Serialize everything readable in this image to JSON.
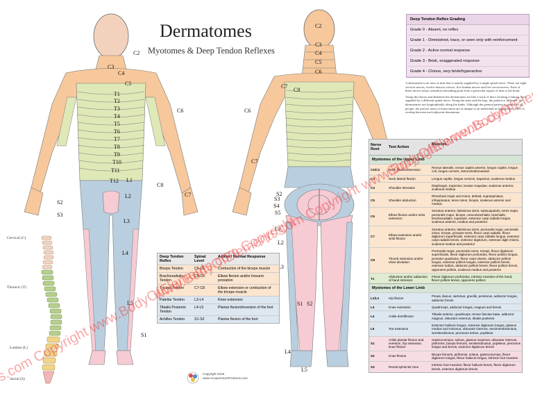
{
  "title": "Dermatomes",
  "subtitle": "Myotomes & Deep Tendon Reflexes",
  "grading": {
    "header": "Deep Tendon Reflex Grading",
    "grades": [
      "Grade 0 - Absent, no reflex",
      "Grade 1 - Diminished, trace, or seen only with reinforcement",
      "Grade 2 - Active normal response",
      "Grade 3 - Brisk, exaggerated response",
      "Grade 4 - Clonus, very brisk/hyperactive"
    ]
  },
  "intro": [
    "A dermatome is an area of skin that is mainly supplied by a single spinal nerve. There are eight cervical nerves, twelve thoracic nerves, five lumbar nerves and five sacral nerves. Each of these nerves relays sensation (including pain) from a particular region of skin to the brain.",
    "Along the thorax and abdomen the dermatomes are like a stack of discs forming a human, each supplied by a different spinal nerve. Along the arms and the legs, the pattern is different: the dermatomes run longitudinally along the limbs. Although the general pattern is similar in all people, the precise areas of innervation are as unique to an individual as fingerprints. There is overlap between each adjacent dermatome."
  ],
  "front_labels": {
    "C2": "C2",
    "C3": "C3",
    "C4": "C4",
    "C5": "C5",
    "C6": "C6",
    "C8": "C8",
    "C7": "C7",
    "T1": "T1",
    "T2": "T2",
    "T3": "T3",
    "T4": "T4",
    "T5": "T5",
    "T6": "T6",
    "T7": "T7",
    "T8": "T8",
    "T9": "T9",
    "T10": "T10",
    "T11": "T11",
    "T12": "T12",
    "L1": "L1",
    "L2": "L2",
    "L3": "L3",
    "L4": "L4",
    "L5": "L5",
    "S1": "S1",
    "S2": "S2",
    "S3": "S3"
  },
  "back_labels": {
    "C2": "C2",
    "C3": "C3",
    "C4": "C4",
    "C5": "C5",
    "C6": "C6",
    "C7": "C7",
    "C8": "C8",
    "C6b": "C6",
    "C7b": "C7",
    "S2": "S2",
    "S3": "S3",
    "S4": "S4",
    "S5": "S5",
    "L1": "L1",
    "L2": "L2",
    "L3": "L3",
    "S1": "S1",
    "S2b": "S2",
    "L4": "L4",
    "L5": "L5"
  },
  "spine_labels": {
    "cervical": "Cervical (C)",
    "thoracic": "Thoracic (T)",
    "lumbar": "Lumbar (L)",
    "sacral": "Sacral (S)"
  },
  "reflex_table": {
    "headers": [
      "Deep Tendon Reflex",
      "Spinal Level",
      "Action / Normal Response"
    ],
    "rows": [
      {
        "reflex": "Biceps Tendon",
        "level": "C5-C6",
        "action": "Contraction of the biceps muscle",
        "kind": "a"
      },
      {
        "reflex": "Brachioradialis Tendon",
        "level": "C5-C6",
        "action": "Elbow flexion and/or forearm pronation",
        "kind": "a"
      },
      {
        "reflex": "Triceps Tendon",
        "level": "C7-C8",
        "action": "Elbow extension or contraction of the triceps muscle",
        "kind": "a"
      },
      {
        "reflex": "Patellar Tendon",
        "level": "L3-L4",
        "action": "Knee extension",
        "kind": "b"
      },
      {
        "reflex": "Tibialis Posterior Tendon",
        "level": "L4-L5",
        "action": "Plantar flexion/inversion of the foot",
        "kind": "b"
      },
      {
        "reflex": "Achilles Tendon",
        "level": "S1-S2",
        "action": "Plantar flexion of the foot",
        "kind": "b"
      }
    ]
  },
  "muscle_table": {
    "headers": [
      "Nerve Root",
      "Test Action",
      "Muscles"
    ],
    "upper_title": "Myotomes of the Upper Limb",
    "upper": [
      {
        "root": "C1/C2",
        "action": "Neck flexion/extension",
        "muscles": "Rectus lateralis, rectus capitis anterior, longus capitis, longus coli, longus cervicis, sternocleidomastoid",
        "kind": "u"
      },
      {
        "root": "C3",
        "action": "Neck lateral flexion",
        "muscles": "Longus capitis, longus cervicis, trapezius, scalenus medius",
        "kind": "u"
      },
      {
        "root": "C4",
        "action": "Shoulder elevation",
        "muscles": "Diaphragm, trapezius, levator scapulae, scalenus anterior, scalenus medius",
        "kind": "u"
      },
      {
        "root": "C5",
        "action": "Shoulder abduction",
        "muscles": "Rhomboid major and minor, deltoid, supraspinatus, infraspinatus, teres minor, biceps, scalenus anterior and medius",
        "kind": "u"
      },
      {
        "root": "C6",
        "action": "Elbow flexion and/or wrist extension",
        "muscles": "Serratus anterior, latissimus dorsi, subscapularis, teres major, pectoralis major, biceps, coracobrachialis, brachialis, brachioradialis, supinator, extensor carpi radialis longus, scalenus anterior, medius and posterior",
        "kind": "u"
      },
      {
        "root": "C7",
        "action": "Elbow extension and/or wrist flexion",
        "muscles": "Serratus anterior, latissimus dorsi, pectoralis major, pectoralis minor, triceps, pronator teres, flexor carpi radialis, flexor digitorum superficialis, extensor carpi radialis longus, extensor carpi radialis brevis, extensor digitorum, extensor digiti minimi, scalenus medius and posterior",
        "kind": "u"
      },
      {
        "root": "C8",
        "action": "Thumb extension and/or ulnar deviation",
        "muscles": "Pectoralis major, pectoralis minor, triceps, flexor digitorum superficialis, flexor digitorum profundus, flexor pollicis longus, pronator quadratus, flexor carpi ulnaris, abductor pollicis longus, extensor pollicis longus, extensor pollicis brevis, extensor indicis, abductor pollicis brevis, flexor pollicis brevis, opponens pollicis, scalenus medius and posterior",
        "kind": "u"
      },
      {
        "root": "T1",
        "action": "Abduction and/or adduction of hand intrinsics",
        "muscles": "Flexor digitorum profundus, intrinsic muscles of the hand, flexor pollicis brevis, opponens pollicis",
        "kind": "t"
      }
    ],
    "lower_title": "Myotomes of the Lower Limb",
    "lower": [
      {
        "root": "L1/L2",
        "action": "Hip flexion",
        "muscles": "Psoas, iliacus, sartorius, gracilis, pectineus, adductor longus, adductor brevis",
        "kind": "l"
      },
      {
        "root": "L3",
        "action": "Knee extension",
        "muscles": "Quadriceps, adductor longus, magnus and brevis",
        "kind": "l"
      },
      {
        "root": "L4",
        "action": "Ankle dorsiflexion",
        "muscles": "Tibialis anterior, quadriceps, tensor fasciae latae, adductor magnus, obturator externus, tibialis posterior",
        "kind": "l"
      },
      {
        "root": "L5",
        "action": "Toe extension",
        "muscles": "Extensor hallucis longus, extensor digitorum longus, gluteus medius and minimus, obturator internus, semimembranosus, semitendinosus, peroneus tertius, popliteus",
        "kind": "l"
      },
      {
        "root": "S1",
        "action": "Ankle plantar flexion and eversion, hip extension, knee flexion",
        "muscles": "Gastrocnemius, soleus, gluteus maximus, obturator internus, piriformis, biceps femoris, semitendinosus, popliteus, peroneus longus and brevis, extensor digitorum brevis",
        "kind": "s"
      },
      {
        "root": "S2",
        "action": "Knee flexion",
        "muscles": "Biceps femoris, piriformis, soleus, gastrocnemius, flexor digitorum longus, flexor hallucis longus, intrinsic foot muscles",
        "kind": "s"
      },
      {
        "root": "S3",
        "action": "Rectal sphincter tone",
        "muscles": "Intrinsic foot muscles; flexor hallucis brevis, flexor digitorum brevis, extensor digitorum brevis",
        "kind": "s"
      }
    ]
  },
  "footer": {
    "copyright": "Copyright 2018",
    "site": "www.AcupunctureProducts.com"
  },
  "watermarks": [
    "s.com Copyright www.BodyOfElements.com Copyright",
    "www.BodyOfElements.com Copyright www.BodyOfElements.com",
    "Copyright www.BodyOfElements.com"
  ],
  "colors": {
    "cervical": "#f6c89b",
    "thoracic": "#dfe8b7",
    "lumbar": "#b9cfdf",
    "sacral": "#f6cbd4",
    "skin": "#f3d2bd",
    "grading_bg": "#f2e2ee"
  }
}
